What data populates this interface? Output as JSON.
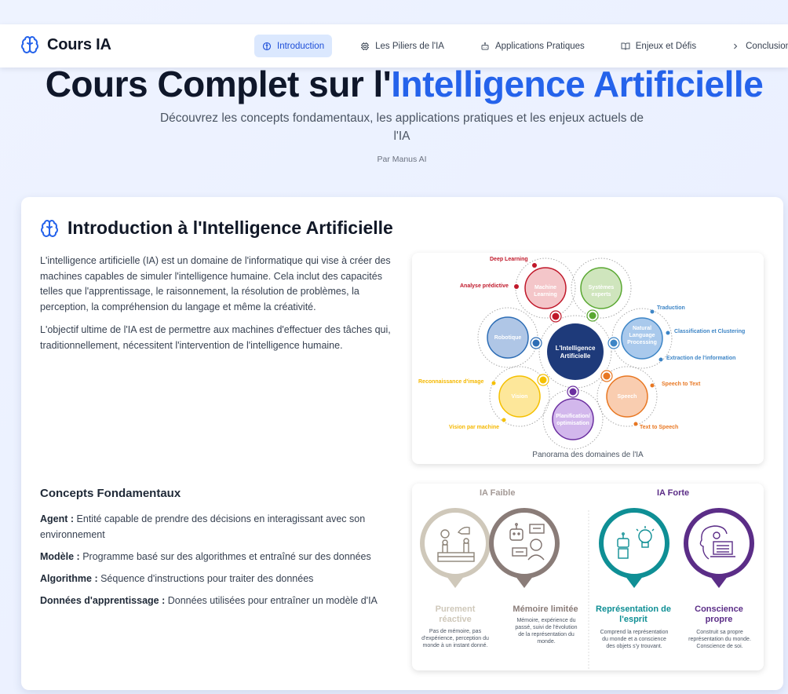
{
  "nav": {
    "brand": "Cours IA",
    "items": [
      {
        "label": "Introduction",
        "icon": "brain-icon",
        "active": true
      },
      {
        "label": "Les Piliers de l'IA",
        "icon": "chip-icon",
        "active": false
      },
      {
        "label": "Applications Pratiques",
        "icon": "robot-icon",
        "active": false
      },
      {
        "label": "Enjeux et Défis",
        "icon": "book-open-icon",
        "active": false
      },
      {
        "label": "Conclusion",
        "icon": "chevron-right-icon",
        "active": false
      }
    ]
  },
  "hero": {
    "title_prefix": "Cours Complet sur l'",
    "title_accent": "Intelligence Artificielle",
    "subtitle": "Découvrez les concepts fondamentaux, les applications pratiques et les enjeux actuels de l'IA",
    "author": "Par Manus AI"
  },
  "intro": {
    "title": "Introduction à l'Intelligence Artificielle",
    "paragraphs": [
      "L'intelligence artificielle (IA) est un domaine de l'informatique qui vise à créer des machines capables de simuler l'intelligence humaine. Cela inclut des capacités telles que l'apprentissage, le raisonnement, la résolution de problèmes, la perception, la compréhension du langage et même la créativité.",
      "L'objectif ultime de l'IA est de permettre aux machines d'effectuer des tâches qui, traditionnellement, nécessitent l'intervention de l'intelligence humaine."
    ]
  },
  "diagram": {
    "caption": "Panorama des domaines de l'IA",
    "center": "L'Intelligence Artificielle",
    "domains": [
      {
        "name": "Machine Learning",
        "color": "#c0182a",
        "sub": [
          "Deep Learning",
          "Analyse prédictive"
        ]
      },
      {
        "name": "Systèmes experts",
        "color": "#5aa832",
        "sub": []
      },
      {
        "name": "Natural Language Processing",
        "color": "#3d85c6",
        "sub": [
          "Traduction",
          "Classification et Clustering",
          "Extraction de l'information"
        ]
      },
      {
        "name": "Speech",
        "color": "#e87722",
        "sub": [
          "Speech to Text",
          "Text to Speech"
        ]
      },
      {
        "name": "Planification/ optimisation",
        "color": "#6b2fa0",
        "sub": []
      },
      {
        "name": "Vision",
        "color": "#f5c000",
        "sub": [
          "Reconnaissance d'image",
          "Vision par machine"
        ]
      },
      {
        "name": "Robotique",
        "color": "#2d6db5",
        "sub": []
      }
    ]
  },
  "concepts": {
    "title": "Concepts Fondamentaux",
    "items": [
      {
        "term": "Agent :",
        "def": "Entité capable de prendre des décisions en interagissant avec son environnement"
      },
      {
        "term": "Modèle :",
        "def": "Programme basé sur des algorithmes et entraîné sur des données"
      },
      {
        "term": "Algorithme :",
        "def": "Séquence d'instructions pour traiter des données"
      },
      {
        "term": "Données d'apprentissage :",
        "def": "Données utilisées pour entraîner un modèle d'IA"
      }
    ]
  },
  "ia_types": {
    "weak_label": "IA Faible",
    "strong_label": "IA Forte",
    "types": [
      {
        "title": "Purement réactive",
        "desc": "Pas de mémoire, pas d'expérience, perception du monde à un instant donné.",
        "color": "#cfc8ba"
      },
      {
        "title": "Mémoire limitée",
        "desc": "Mémoire, expérience du passé, suivi de l'évolution de la représentation du monde.",
        "color": "#8a7c78"
      },
      {
        "title": "Représentation de l'esprit",
        "desc": "Comprend la représentation du monde et a conscience des objets s'y trouvant.",
        "color": "#0f8f95"
      },
      {
        "title": "Conscience propre",
        "desc": "Construit sa propre représentation du monde. Conscience de soi.",
        "color": "#5b2d87"
      }
    ]
  },
  "colors": {
    "accent": "#2563eb",
    "nav_active_bg": "#dbe8fe",
    "page_bg": "#ebf1ff"
  }
}
